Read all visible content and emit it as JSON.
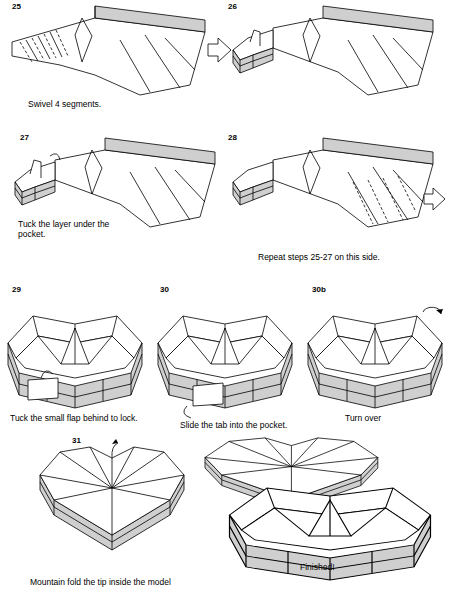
{
  "diagram": {
    "labels": [
      "25",
      "26",
      "Swivel 4 segments.",
      "27",
      "28",
      "Tuck the layer under the pocket.",
      "Repeat steps 25-27 on this side.",
      "29",
      "30",
      "30b",
      "Tuck the small flap behind to lock.",
      "Slide the tab into the pocket.",
      "Turn over",
      "31",
      "Mountain fold the tip inside the model",
      "Finished!"
    ]
  }
}
